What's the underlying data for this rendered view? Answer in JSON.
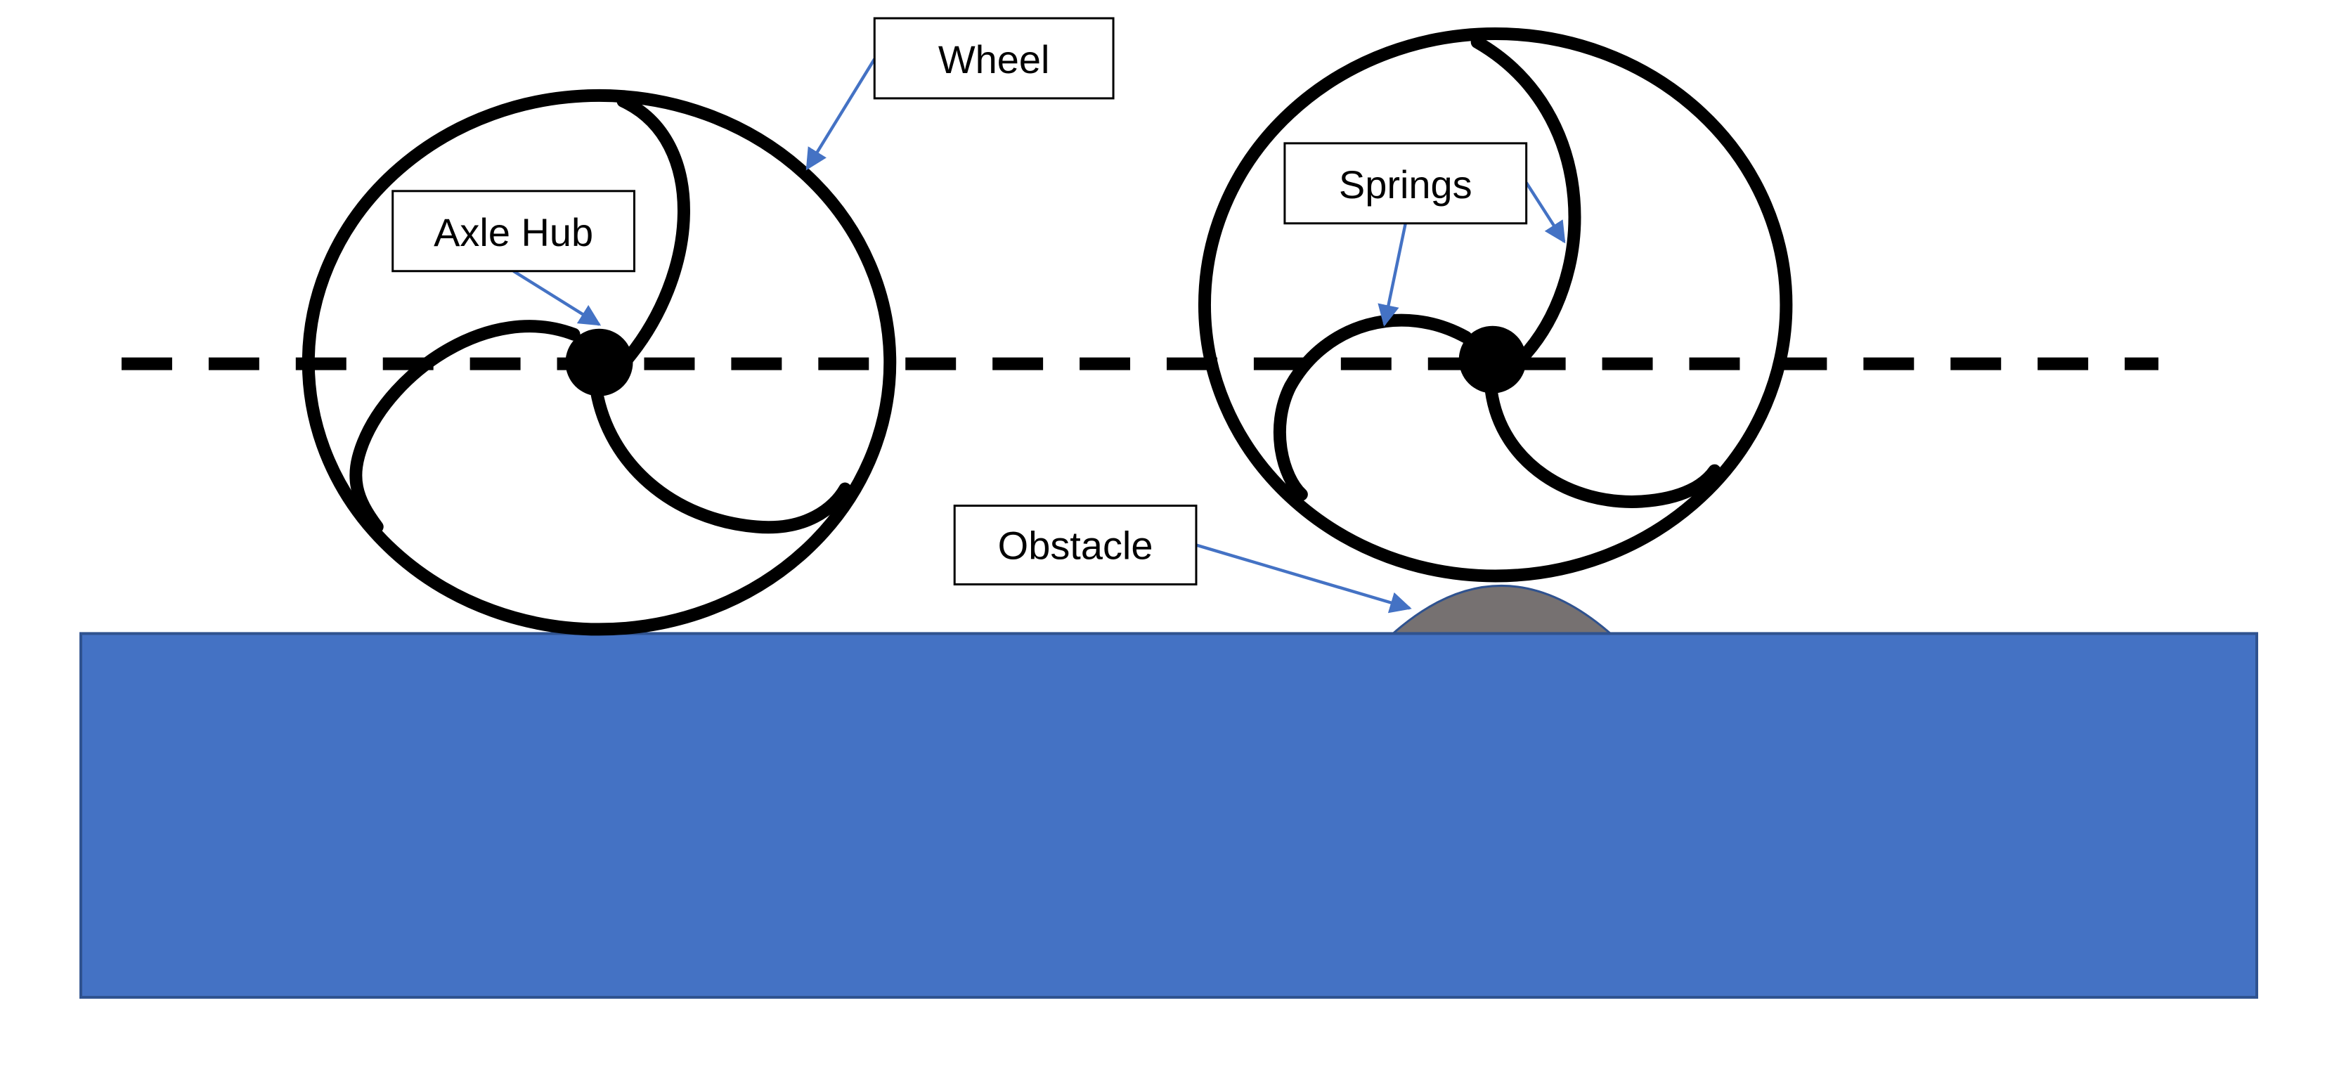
{
  "labels": {
    "wheel": "Wheel",
    "axle_hub": "Axle Hub",
    "springs": "Springs",
    "obstacle": "Obstacle"
  },
  "colors": {
    "ground": "#4472C4",
    "ground_border": "#2F528F",
    "obstacle": "#767171",
    "leader_arrow": "#4472C4",
    "wheel_stroke": "#000000",
    "label_border": "#000000"
  }
}
